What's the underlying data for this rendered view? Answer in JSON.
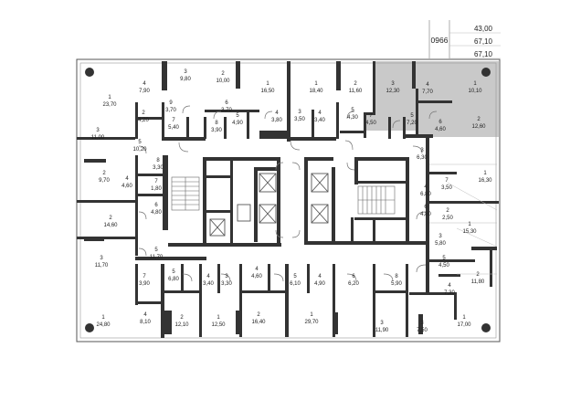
{
  "info": {
    "unit_code": "0966",
    "area_values": [
      "43,00",
      "67,10",
      "67,10"
    ]
  },
  "colors": {
    "wall": "#333333",
    "line": "#555555",
    "selected_fill": "#c8c8c8",
    "background": "#ffffff"
  },
  "rooms": [
    {
      "id": "r1",
      "num": "1",
      "area": "23,70"
    },
    {
      "id": "r2",
      "num": "4",
      "area": "7,90"
    },
    {
      "id": "r3",
      "num": "3",
      "area": "9,80"
    },
    {
      "id": "r4",
      "num": "2",
      "area": "10,00"
    },
    {
      "id": "r5",
      "num": "1",
      "area": "16,50"
    },
    {
      "id": "r6",
      "num": "1",
      "area": "18,40"
    },
    {
      "id": "r7",
      "num": "2",
      "area": "11,60"
    },
    {
      "id": "r8",
      "num": "3",
      "area": "12,30"
    },
    {
      "id": "r9",
      "num": "4",
      "area": "7,70"
    },
    {
      "id": "r10",
      "num": "1",
      "area": "10,10"
    },
    {
      "id": "r11",
      "num": "3",
      "area": "11,00"
    },
    {
      "id": "r12",
      "num": "2",
      "area": "4,20"
    },
    {
      "id": "r13",
      "num": "9",
      "area": "3,70"
    },
    {
      "id": "r14",
      "num": "7",
      "area": "5,40"
    },
    {
      "id": "r15",
      "num": "6",
      "area": "3,70"
    },
    {
      "id": "r16",
      "num": "8",
      "area": "3,90"
    },
    {
      "id": "r17",
      "num": "5",
      "area": "4,90"
    },
    {
      "id": "r18",
      "num": "4",
      "area": "3,80"
    },
    {
      "id": "r19",
      "num": "3",
      "area": "3,50"
    },
    {
      "id": "r20",
      "num": "4",
      "area": "3,40"
    },
    {
      "id": "r21",
      "num": "5",
      "area": "4,30"
    },
    {
      "id": "r22",
      "num": "7",
      "area": "4,50"
    },
    {
      "id": "r23",
      "num": "5",
      "area": "7,20"
    },
    {
      "id": "r24",
      "num": "6",
      "area": "4,60"
    },
    {
      "id": "r25",
      "num": "2",
      "area": "12,60"
    },
    {
      "id": "r26",
      "num": "5",
      "area": "10,20"
    },
    {
      "id": "r27",
      "num": "8",
      "area": "3,30"
    },
    {
      "id": "r28",
      "num": "2",
      "area": "9,70"
    },
    {
      "id": "r29",
      "num": "4",
      "area": "4,60"
    },
    {
      "id": "r30",
      "num": "7",
      "area": "1,80"
    },
    {
      "id": "r31",
      "num": "6",
      "area": "4,80"
    },
    {
      "id": "r32",
      "num": "2",
      "area": "14,60"
    },
    {
      "id": "r33",
      "num": "3",
      "area": "11,70"
    },
    {
      "id": "r34",
      "num": "5",
      "area": "11,70"
    },
    {
      "id": "r35",
      "num": "7",
      "area": "3,90"
    },
    {
      "id": "r36",
      "num": "5",
      "area": "6,80"
    },
    {
      "id": "r37",
      "num": "4",
      "area": "3,40"
    },
    {
      "id": "r38",
      "num": "3",
      "area": "3,30"
    },
    {
      "id": "r39",
      "num": "4",
      "area": "4,60"
    },
    {
      "id": "r40",
      "num": "5",
      "area": "6,10"
    },
    {
      "id": "r41",
      "num": "4",
      "area": "4,90"
    },
    {
      "id": "r42",
      "num": "6",
      "area": "6,20"
    },
    {
      "id": "r43",
      "num": "8",
      "area": "5,90"
    },
    {
      "id": "r44",
      "num": "1",
      "area": "24,80"
    },
    {
      "id": "r45",
      "num": "4",
      "area": "8,10"
    },
    {
      "id": "r46",
      "num": "2",
      "area": "12,10"
    },
    {
      "id": "r47",
      "num": "1",
      "area": "12,50"
    },
    {
      "id": "r48",
      "num": "2",
      "area": "16,40"
    },
    {
      "id": "r49",
      "num": "1",
      "area": "29,70"
    },
    {
      "id": "r50",
      "num": "3",
      "area": "11,90"
    },
    {
      "id": "r51",
      "num": "3",
      "area": "7,50"
    },
    {
      "id": "r52",
      "num": "1",
      "area": "17,00"
    },
    {
      "id": "r53",
      "num": "3",
      "area": "6,30"
    },
    {
      "id": "r54",
      "num": "1",
      "area": "16,30"
    },
    {
      "id": "r55",
      "num": "7",
      "area": "3,50"
    },
    {
      "id": "r56",
      "num": "4",
      "area": "6,80"
    },
    {
      "id": "r57",
      "num": "6",
      "area": "4,80"
    },
    {
      "id": "r58",
      "num": "2",
      "area": "2,50"
    },
    {
      "id": "r59",
      "num": "1",
      "area": "15,30"
    },
    {
      "id": "r60",
      "num": "3",
      "area": "5,80"
    },
    {
      "id": "r61",
      "num": "5",
      "area": "4,50"
    },
    {
      "id": "r62",
      "num": "2",
      "area": "11,80"
    },
    {
      "id": "r63",
      "num": "4",
      "area": "7,30"
    }
  ]
}
